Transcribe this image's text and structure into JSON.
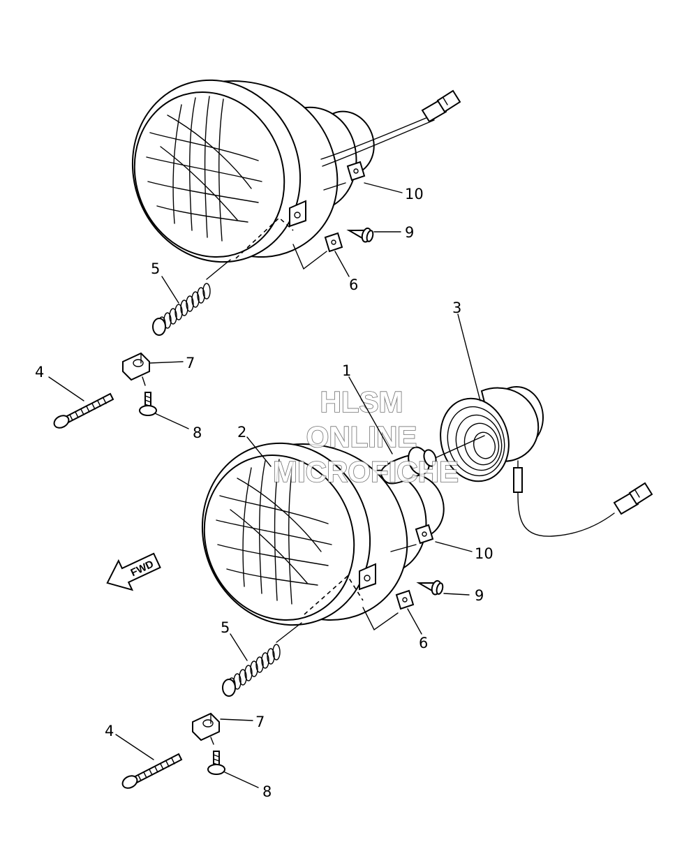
{
  "watermark": {
    "line1": "HLSM",
    "line2": "ONLINE",
    "line3": "MICROFICHE"
  },
  "direction_arrow": {
    "label": "FWD",
    "icon": "forward-arrow-icon"
  },
  "callouts": [
    {
      "id": "c10a",
      "text": "10"
    },
    {
      "id": "c9a",
      "text": "9"
    },
    {
      "id": "c6a",
      "text": "6"
    },
    {
      "id": "c5a",
      "text": "5"
    },
    {
      "id": "c7a",
      "text": "7"
    },
    {
      "id": "c4a",
      "text": "4"
    },
    {
      "id": "c8a",
      "text": "8"
    },
    {
      "id": "c3",
      "text": "3"
    },
    {
      "id": "c1",
      "text": "1"
    },
    {
      "id": "c2",
      "text": "2"
    },
    {
      "id": "c10b",
      "text": "10"
    },
    {
      "id": "c9b",
      "text": "9"
    },
    {
      "id": "c6b",
      "text": "6"
    },
    {
      "id": "c5b",
      "text": "5"
    },
    {
      "id": "c7b",
      "text": "7"
    },
    {
      "id": "c4b",
      "text": "4"
    },
    {
      "id": "c8b",
      "text": "8"
    }
  ]
}
